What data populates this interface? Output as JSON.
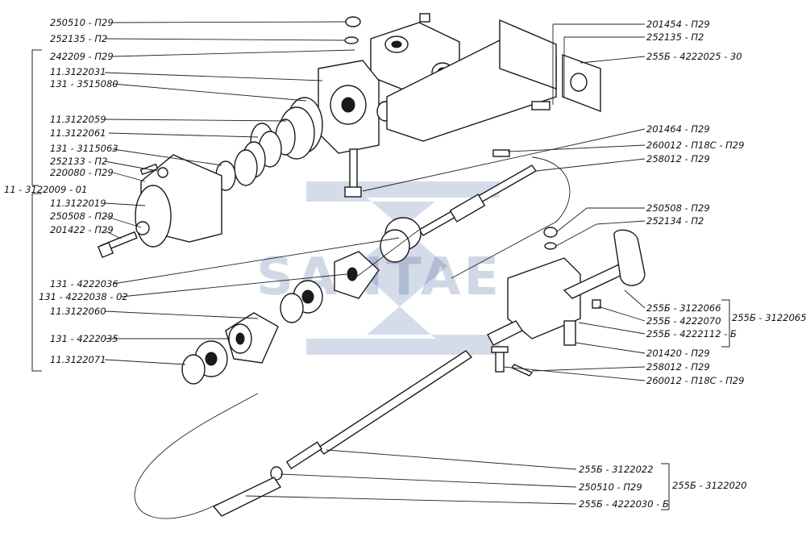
{
  "watermark": "SANTAE",
  "labels": {
    "l_250510_top": "250510 - П29",
    "l_252135_left": "252135 - П2",
    "l_242209": "242209 - П29",
    "l_11_3122031": "11.3122031",
    "l_131_3515080": "131 - 3515080",
    "l_11_3122059": "11.3122059",
    "l_11_3122061": "11.3122061",
    "l_131_3115063": "131 - 3115063",
    "l_252133": "252133 - П2",
    "l_220080": "220080 - П29",
    "l_11_3122009": "11 - 3122009 - 01",
    "l_11_3122019": "11.3122019",
    "l_250508_left": "250508 - П29",
    "l_201422": "201422 - П29",
    "l_131_4222036": "131 - 4222036",
    "l_131_4222038": "131 - 4222038 - 02",
    "l_11_3122060": "11.3122060",
    "l_131_4222035": "131 - 4222035",
    "l_11_3122071": "11.3122071",
    "l_201454": "201454 - П29",
    "l_252135_right": "252135 - П2",
    "l_255b_4222025": "255Б - 4222025 - 30",
    "l_201464": "201464 - П29",
    "l_260012_top": "260012 - П18С - П29",
    "l_258012_top": "258012 - П29",
    "l_250508_right": "250508 - П29",
    "l_252134": "252134 - П2",
    "l_255b_3122066": "255Б - 3122066",
    "l_255b_4222070": "255Б - 4222070",
    "l_255b_4222112": "255Б - 4222112 - Б",
    "l_255b_3122065": "255Б - 3122065",
    "l_201420": "201420 - П29",
    "l_258012_bot": "258012 - П29",
    "l_260012_bot": "260012 - П18С - П29",
    "l_255b_3122022": "255Б - 3122022",
    "l_250510_bot": "250510 - П29",
    "l_255b_4222030": "255Б - 4222030 - Б",
    "l_255b_3122020": "255Б - 3122020"
  }
}
